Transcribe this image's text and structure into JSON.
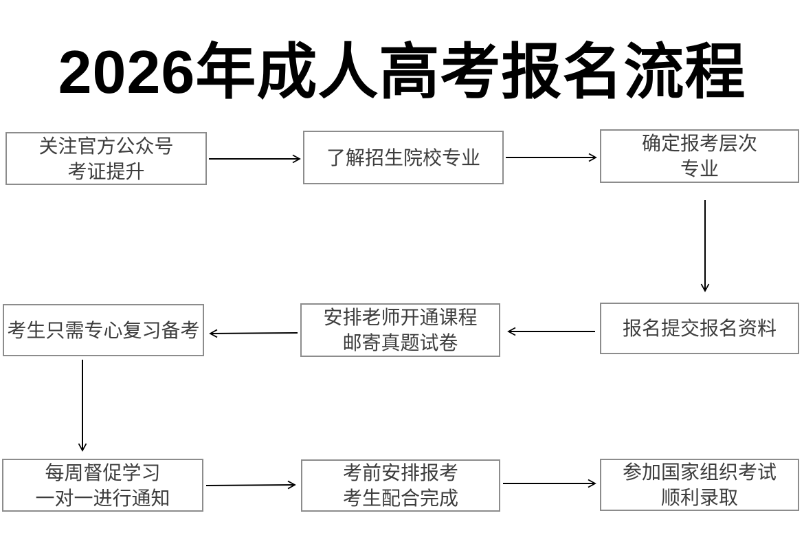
{
  "title": "2026年成人高考报名流程",
  "colors": {
    "background": "#ffffff",
    "title_text": "#000000",
    "box_border": "#8c8c8c",
    "box_text": "#3d3d3d",
    "arrow": "#000000"
  },
  "flow": {
    "nodes": [
      {
        "id": "follow-official-account",
        "lines": [
          "关注官方公众号",
          "考证提升"
        ]
      },
      {
        "id": "learn-colleges-majors",
        "lines": [
          "了解招生院校专业"
        ]
      },
      {
        "id": "confirm-level-major",
        "lines": [
          "确定报考层次",
          "专业"
        ]
      },
      {
        "id": "submit-registration",
        "lines": [
          "报名提交报名资料"
        ]
      },
      {
        "id": "teacher-opens-course",
        "lines": [
          "安排老师开通课程",
          "邮寄真题试卷"
        ]
      },
      {
        "id": "focus-on-review",
        "lines": [
          "考生只需专心复习备考"
        ]
      },
      {
        "id": "weekly-supervision",
        "lines": [
          "每周督促学习",
          "一对一进行通知"
        ]
      },
      {
        "id": "pre-exam-arrangement",
        "lines": [
          "考前安排报考",
          "考生配合完成"
        ]
      },
      {
        "id": "take-national-exam",
        "lines": [
          "参加国家组织考试",
          "顺利录取"
        ]
      }
    ],
    "edges": [
      {
        "from": "follow-official-account",
        "to": "learn-colleges-majors",
        "direction": "right"
      },
      {
        "from": "learn-colleges-majors",
        "to": "confirm-level-major",
        "direction": "right"
      },
      {
        "from": "confirm-level-major",
        "to": "submit-registration",
        "direction": "down"
      },
      {
        "from": "submit-registration",
        "to": "teacher-opens-course",
        "direction": "left"
      },
      {
        "from": "teacher-opens-course",
        "to": "focus-on-review",
        "direction": "left"
      },
      {
        "from": "focus-on-review",
        "to": "weekly-supervision",
        "direction": "down"
      },
      {
        "from": "weekly-supervision",
        "to": "pre-exam-arrangement",
        "direction": "right"
      },
      {
        "from": "pre-exam-arrangement",
        "to": "take-national-exam",
        "direction": "right"
      }
    ]
  }
}
